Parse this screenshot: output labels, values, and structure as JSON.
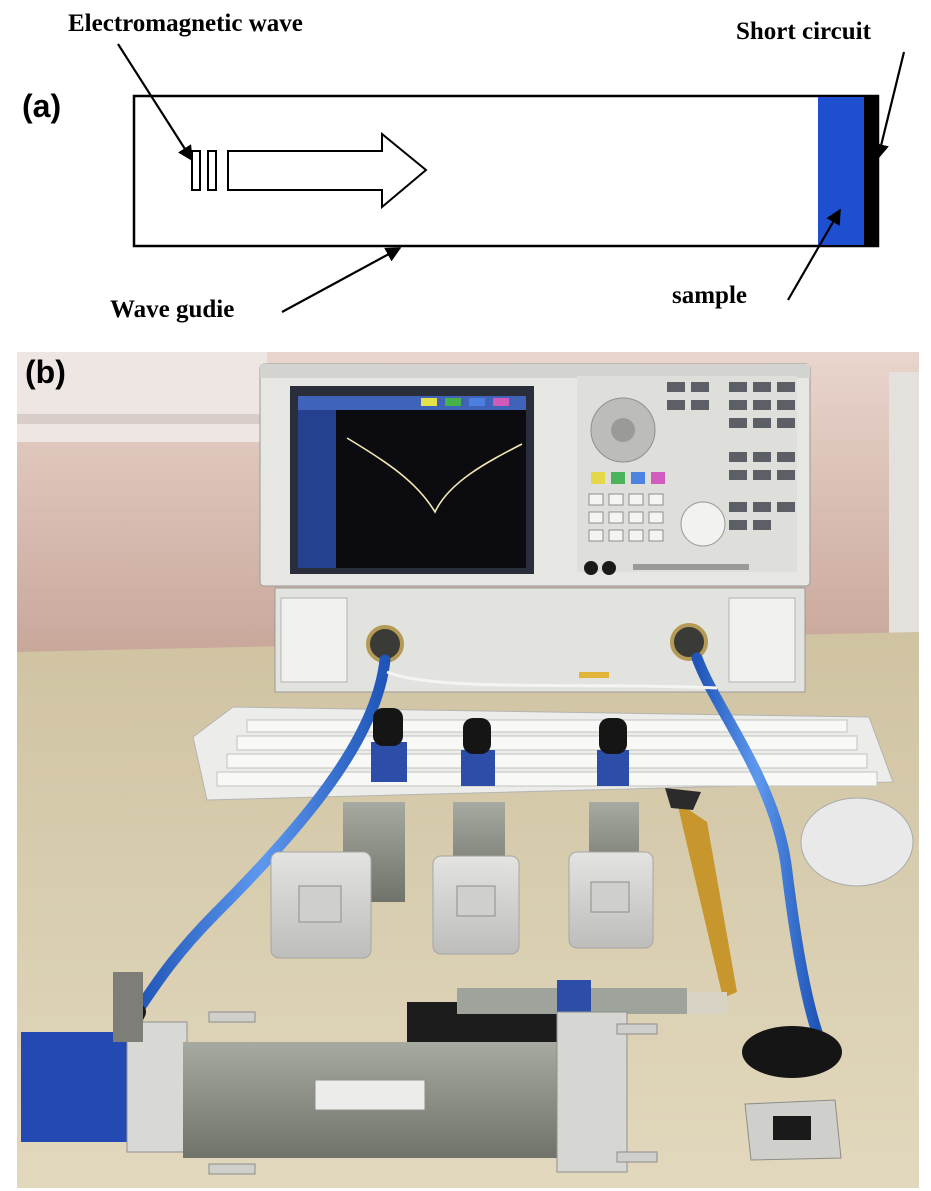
{
  "figure": {
    "panel_a": {
      "label": "(a)",
      "labels": {
        "electromagnetic_wave": "Electromagnetic wave",
        "short_circuit": "Short circuit",
        "wave_guide": "Wave gudie",
        "sample": "sample"
      },
      "colors": {
        "sample_fill": "#1f4fd1",
        "short_fill": "#000000",
        "outline": "#000000"
      }
    },
    "panel_b": {
      "label": "(b)",
      "description_icon": "photo-vna-waveguide-setup",
      "colors": {
        "wall": "#d9b8ae",
        "table": "#d8ccaa",
        "analyzer": "#e6e6e2",
        "screen": "#0c0c10",
        "cable": "#2f6fd6",
        "waveguide": "#8f938a"
      }
    }
  }
}
